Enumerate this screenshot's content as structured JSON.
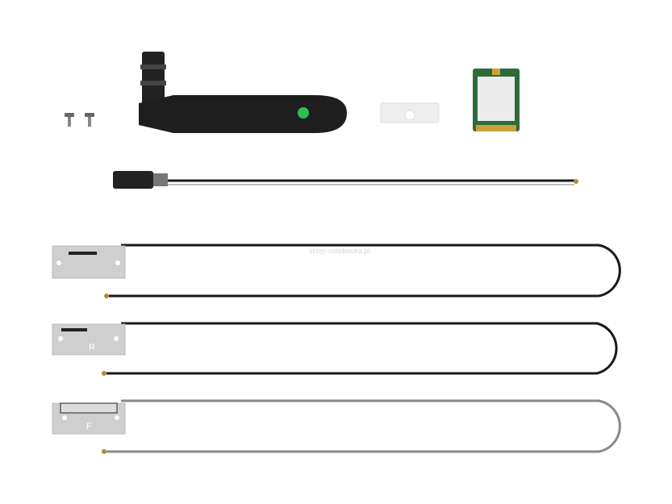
{
  "watermark": "sklep-notebooka.pl",
  "plate_labels": {
    "right": "R",
    "front": "F"
  },
  "colors": {
    "background": "#ffffff",
    "antenna_body": "#1e1e1e",
    "led": "#2dbd5a",
    "pcb": "#2f6b3a",
    "plate": "#cfcfcf",
    "cable_black": "#1a1a1a",
    "cable_gray": "#8a8a8a"
  }
}
